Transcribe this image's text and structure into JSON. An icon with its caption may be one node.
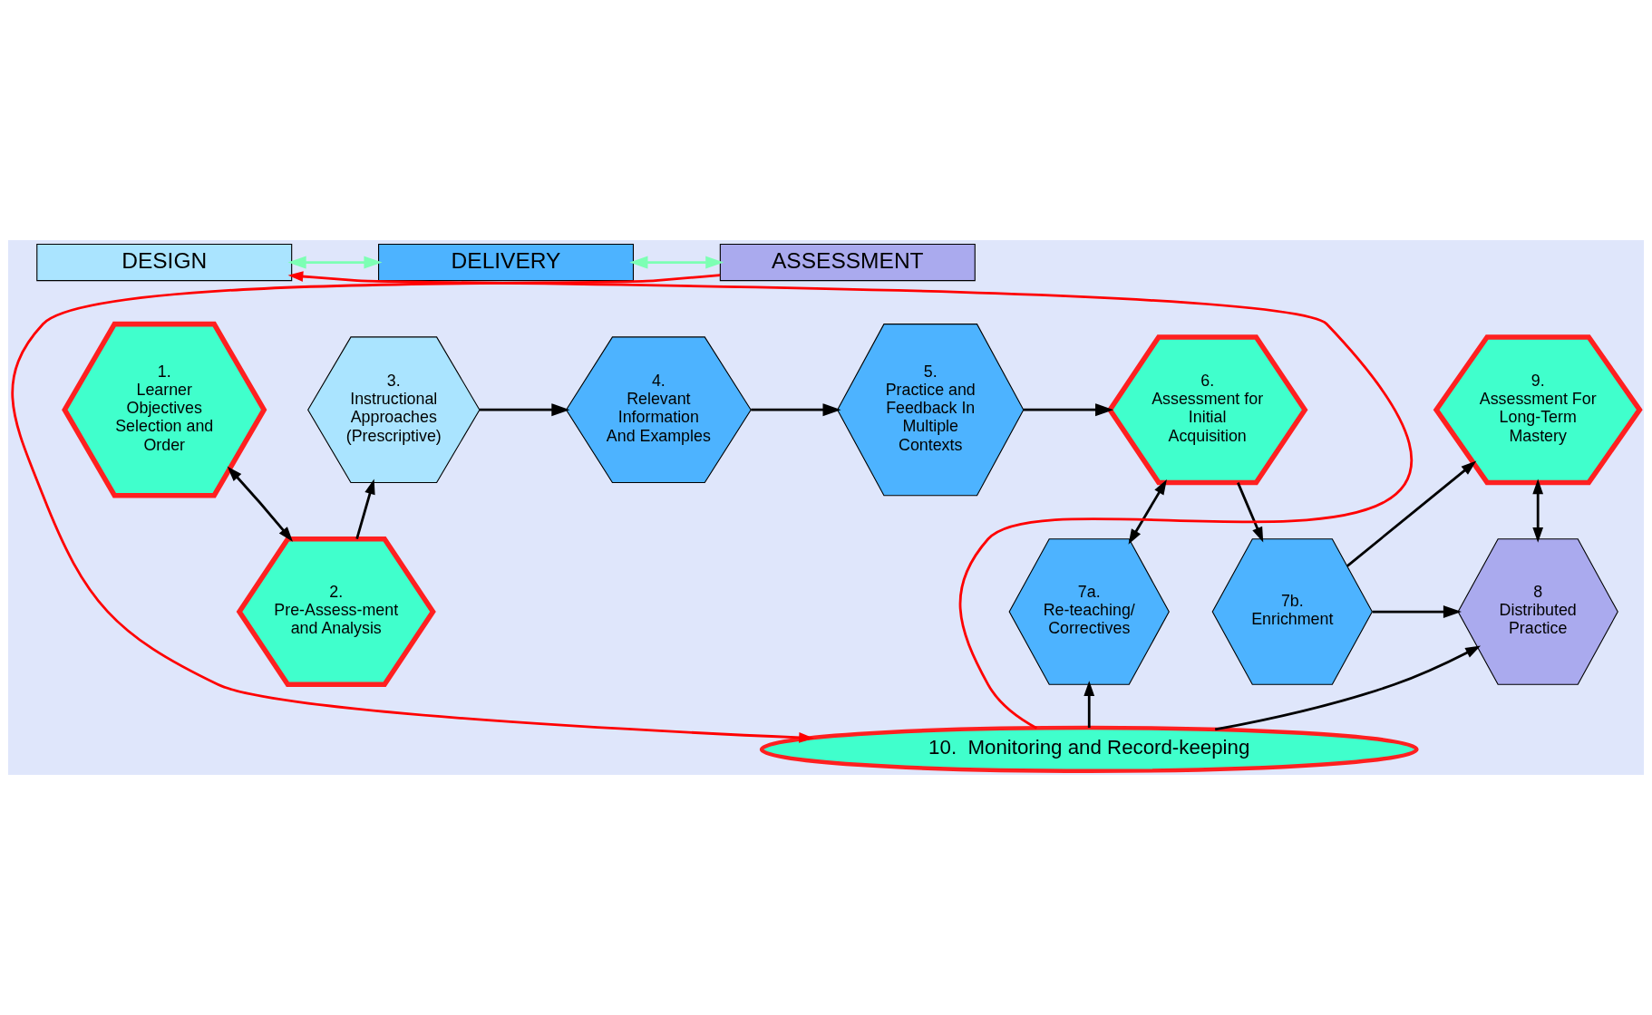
{
  "diagram": {
    "nodes": [
      {
        "text": [
          "DESIGN"
        ]
      },
      {
        "text": [
          "DELIVERY"
        ]
      },
      {
        "text": [
          "ASSESSMENT"
        ]
      },
      {
        "text": [
          "1.",
          "Learner Objectives Selection and Order"
        ]
      },
      {
        "text": [
          "3.",
          "Instructional Approaches (Prescriptive)"
        ]
      },
      {
        "text": [
          "4.",
          "Relevant Information And Examples"
        ]
      },
      {
        "text": [
          "5.",
          "Practice and Feedback In Multiple Contexts"
        ]
      },
      {
        "text": [
          "6.",
          "Assessment for Initial Acquisition"
        ]
      },
      {
        "text": [
          "9.",
          "Assessment For Long-Term Mastery"
        ]
      },
      {
        "text": [
          "2.",
          "Pre-Assess-ment and Analysis"
        ]
      },
      {
        "text": [
          "7a.",
          "Re-teaching/ Correctives"
        ]
      },
      {
        "text": [
          "7b.",
          "Enrichment"
        ]
      },
      {
        "text": [
          "8",
          "Distributed Practice"
        ]
      },
      {
        "text": [
          "10.  Monitoring and Record-keeping"
        ]
      }
    ],
    "edges": [
      {
        "from": 0,
        "to": 1,
        "arrow": "both",
        "color": "#7dffb4"
      },
      {
        "from": 1,
        "to": 2,
        "arrow": "both",
        "color": "#7dffb4"
      },
      {
        "from": 2,
        "to": 13,
        "arrow": "to",
        "color": "#ff0000"
      },
      {
        "from": 13,
        "to": 0,
        "arrow": "to",
        "color": "#ff0000"
      },
      {
        "from": 3,
        "to": 9,
        "arrow": "both"
      },
      {
        "from": 9,
        "to": 4,
        "arrow": "to"
      },
      {
        "from": 4,
        "to": 5,
        "arrow": "to"
      },
      {
        "from": 5,
        "to": 6,
        "arrow": "to"
      },
      {
        "from": 6,
        "to": 7,
        "arrow": "to"
      },
      {
        "from": 7,
        "to": 10,
        "arrow": "both"
      },
      {
        "from": 7,
        "to": 11,
        "arrow": "to"
      },
      {
        "from": 11,
        "to": 8,
        "arrow": "to"
      },
      {
        "from": 8,
        "to": 12,
        "arrow": "both"
      },
      {
        "from": 11,
        "to": 12,
        "arrow": "to"
      },
      {
        "from": 13,
        "to": 10,
        "arrow": "to"
      },
      {
        "from": 13,
        "to": 12,
        "arrow": "to"
      }
    ]
  }
}
